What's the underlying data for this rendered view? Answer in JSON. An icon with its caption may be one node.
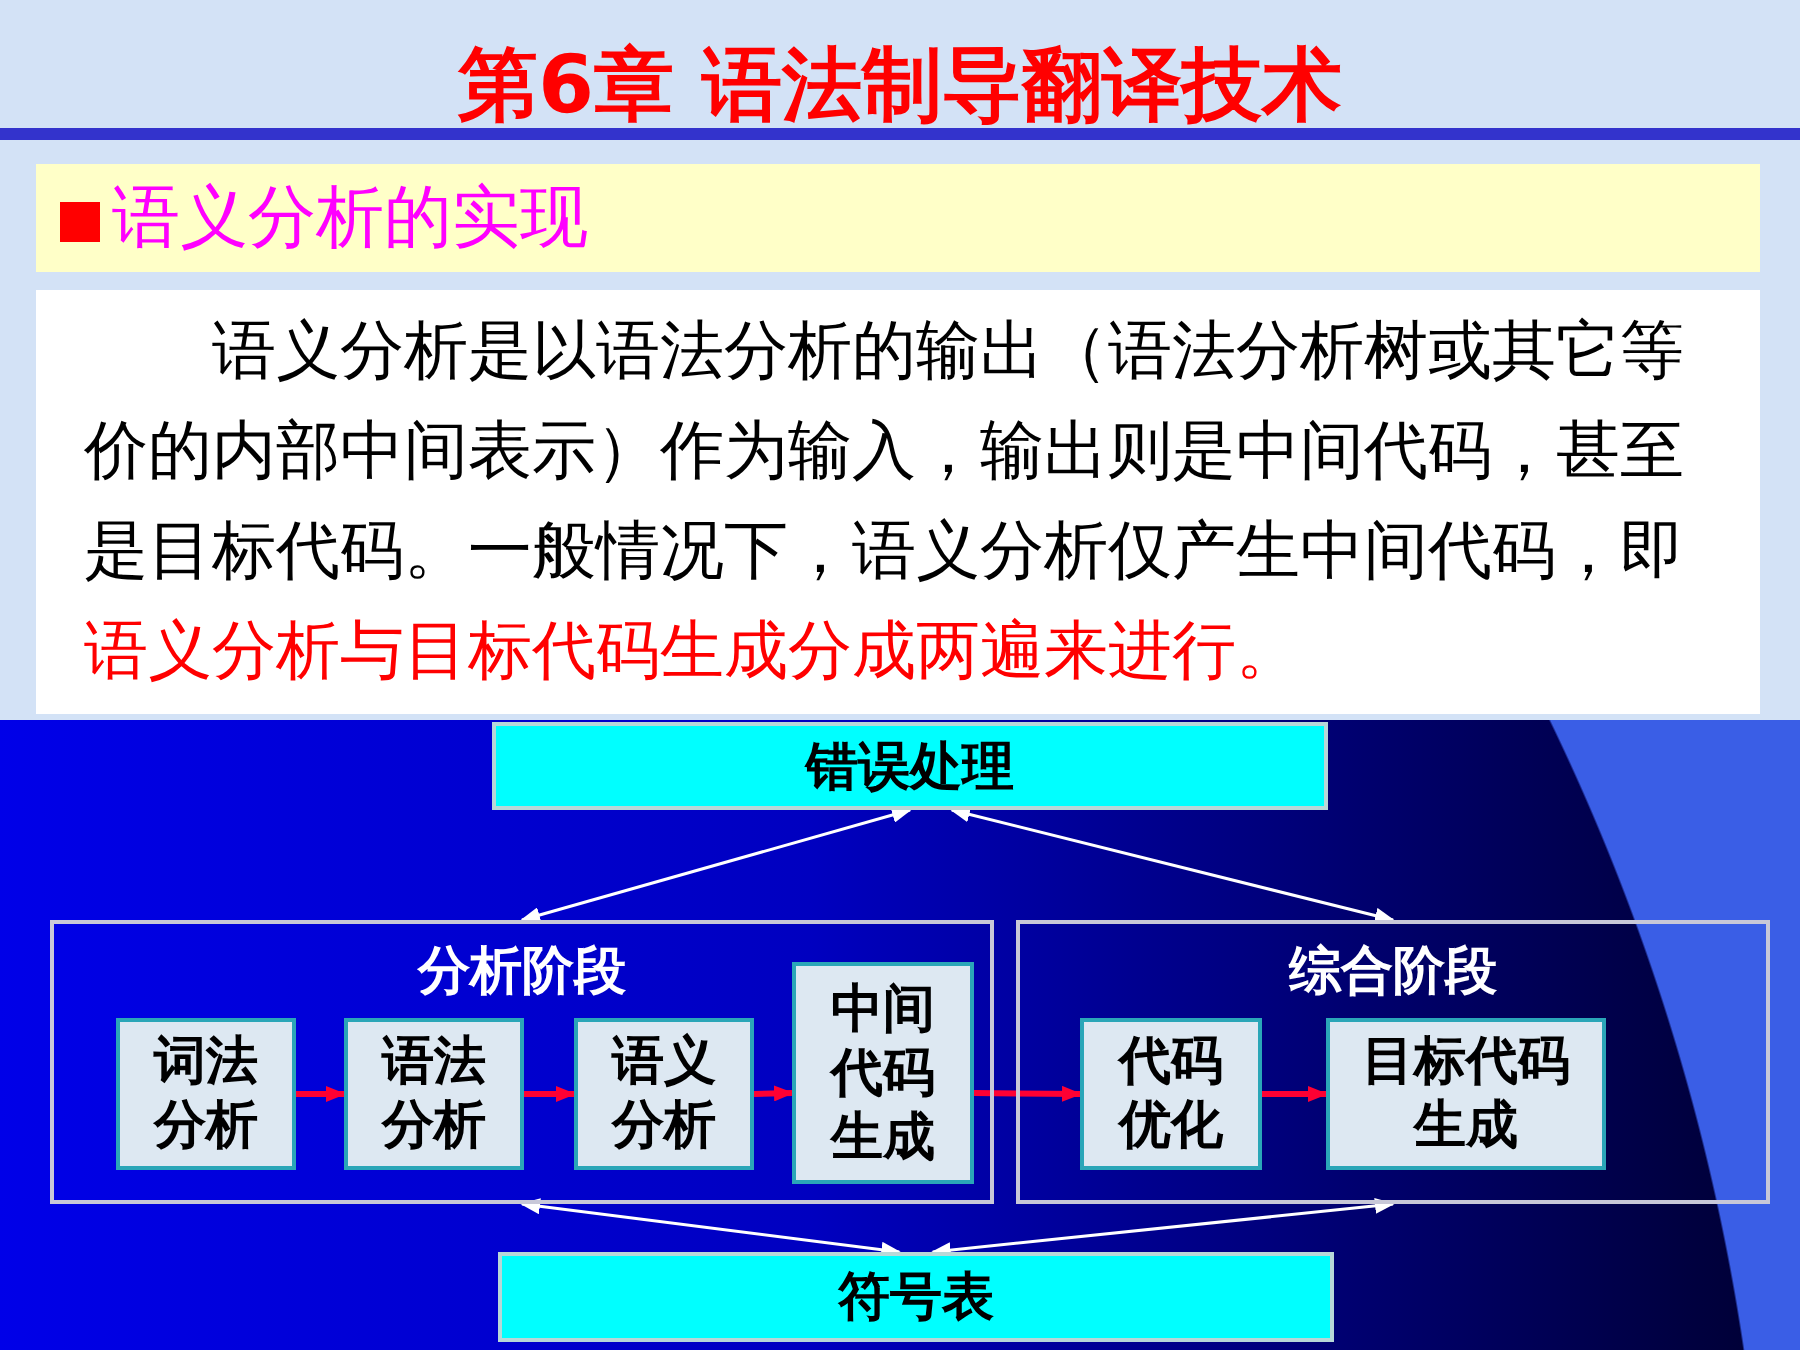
{
  "diagram": {
    "title": "第6章 语法制导翻译技术",
    "nodes": [
      {
        "text": [
          "错误处理"
        ]
      },
      {
        "text": [
          "分析阶段"
        ]
      },
      {
        "text": [
          "词法分析"
        ],
        "in": 1
      },
      {
        "text": [
          "语法分析"
        ],
        "in": 1
      },
      {
        "text": [
          "语义分析"
        ],
        "in": 1
      },
      {
        "text": [
          "中间代码生成"
        ],
        "in": 1
      },
      {
        "text": [
          "综合阶段"
        ]
      },
      {
        "text": [
          "代码优化"
        ],
        "in": 6
      },
      {
        "text": [
          "目标代码生成"
        ],
        "in": 6
      },
      {
        "text": [
          "符号表"
        ]
      }
    ],
    "edges": [
      {
        "from": 2,
        "to": 3,
        "arrow": "to"
      },
      {
        "from": 3,
        "to": 4,
        "arrow": "to"
      },
      {
        "from": 4,
        "to": 5,
        "arrow": "to"
      },
      {
        "from": 5,
        "to": 7,
        "arrow": "to"
      },
      {
        "from": 7,
        "to": 8,
        "arrow": "to"
      },
      {
        "from": 0,
        "to": 1,
        "arrow": "both",
        "color": "#ffffff"
      },
      {
        "from": 0,
        "to": 6,
        "arrow": "both",
        "color": "#ffffff"
      },
      {
        "from": 9,
        "to": 1,
        "arrow": "both",
        "color": "#ffffff"
      },
      {
        "from": 9,
        "to": 6,
        "arrow": "both",
        "color": "#ffffff"
      }
    ],
    "labels": [
      "语义分析的实现",
      "语义分析是以语法分析的输出（语法分析树或其它等价的内部中间表示）作为输入，输出则是中间代码，甚至是目标代码。一般情况下，语义分析仅产生中间代码，即",
      "语义分析与目标代码生成分成两遍来进行。"
    ]
  }
}
